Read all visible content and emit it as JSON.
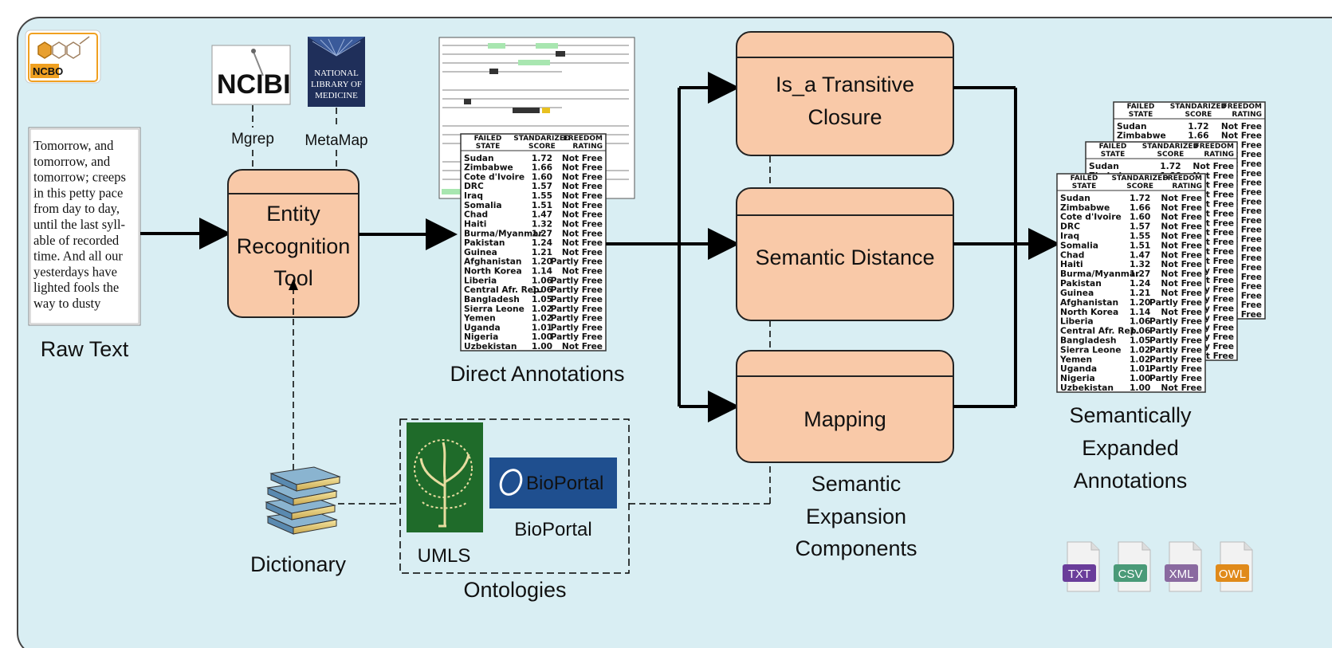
{
  "logos": {
    "ncbo": "NCBO",
    "ncibi": "NCIBI",
    "nlm": [
      "NATIONAL",
      "LIBRARY OF",
      "MEDICINE"
    ],
    "bioportal": "BioPortal"
  },
  "raw_text": {
    "lines": [
      "Tomorrow, and",
      "tomorrow, and",
      "tomorrow; creeps",
      "in this petty pace",
      "from day to day,",
      "until the last syll-",
      "able of recorded",
      "time. And all our",
      "yesterdays have",
      "lighted fools the",
      "way to dusty"
    ],
    "caption": "Raw Text"
  },
  "tools": {
    "mgrep": "Mgrep",
    "metamap": "MetaMap",
    "entity_tool": [
      "Entity",
      "Recognition",
      "Tool"
    ]
  },
  "direct_annotations": {
    "caption": "Direct Annotations"
  },
  "components": {
    "is_a": [
      "Is_a Transitive",
      "Closure"
    ],
    "semantic_distance": "Semantic Distance",
    "mapping": "Mapping",
    "caption": [
      "Semantic",
      "Expansion",
      "Components"
    ]
  },
  "expanded": {
    "caption": [
      "Semantically",
      "Expanded",
      "Annotations"
    ]
  },
  "dictionary": {
    "caption": "Dictionary"
  },
  "ontologies": {
    "umls": "UMLS",
    "bioportal": "BioPortal",
    "caption": "Ontologies"
  },
  "file_formats": [
    "TXT",
    "CSV",
    "XML",
    "OWL"
  ],
  "file_colors": [
    "#6a3d9a",
    "#4a9a78",
    "#8a6aa0",
    "#e08a1a"
  ],
  "table": {
    "header1": [
      "FAILED",
      "STANDARIZED",
      "FREEDOM"
    ],
    "header2": [
      "STATE",
      "SCORE",
      "RATING"
    ],
    "rows": [
      [
        "Sudan",
        "1.72",
        "Not Free"
      ],
      [
        "Zimbabwe",
        "1.66",
        "Not Free"
      ],
      [
        "Cote d'Ivoire",
        "1.60",
        "Not Free"
      ],
      [
        "DRC",
        "1.57",
        "Not Free"
      ],
      [
        "Iraq",
        "1.55",
        "Not Free"
      ],
      [
        "Somalia",
        "1.51",
        "Not Free"
      ],
      [
        "Chad",
        "1.47",
        "Not Free"
      ],
      [
        "Haiti",
        "1.32",
        "Not Free"
      ],
      [
        "Burma/Myanmar",
        "1.27",
        "Not Free"
      ],
      [
        "Pakistan",
        "1.24",
        "Not Free"
      ],
      [
        "Guinea",
        "1.21",
        "Not Free"
      ],
      [
        "Afghanistan",
        "1.20",
        "Partly Free"
      ],
      [
        "North Korea",
        "1.14",
        "Not Free"
      ],
      [
        "Liberia",
        "1.06",
        "Partly Free"
      ],
      [
        "Central Afr. Rep.",
        "1.06",
        "Partly Free"
      ],
      [
        "Bangladesh",
        "1.05",
        "Partly Free"
      ],
      [
        "Sierra Leone",
        "1.02",
        "Partly Free"
      ],
      [
        "Yemen",
        "1.02",
        "Partly Free"
      ],
      [
        "Uganda",
        "1.01",
        "Partly Free"
      ],
      [
        "Nigeria",
        "1.00",
        "Partly Free"
      ],
      [
        "Uzbekistan",
        "1.00",
        "Not Free"
      ]
    ]
  },
  "colors": {
    "background": "#d9eef3",
    "box_fill": "#f9c9a8",
    "border": "#222222"
  }
}
